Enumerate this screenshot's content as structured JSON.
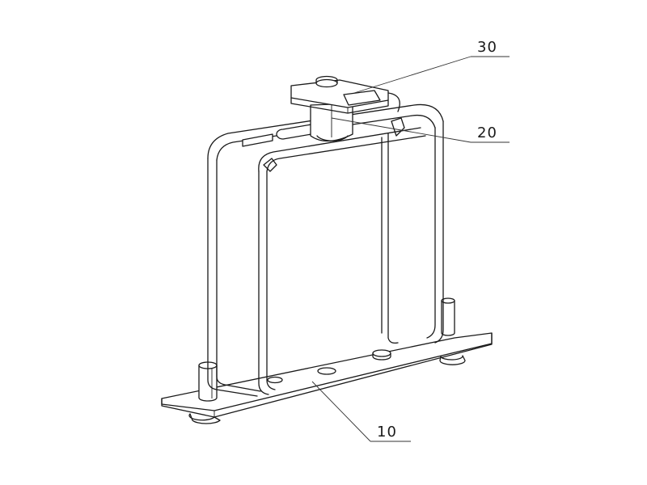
{
  "callouts": [
    {
      "id": "30",
      "label": "30"
    },
    {
      "id": "20",
      "label": "20"
    },
    {
      "id": "10",
      "label": "10"
    }
  ],
  "colors": {
    "line": "#1a1a1a",
    "background": "#ffffff"
  }
}
